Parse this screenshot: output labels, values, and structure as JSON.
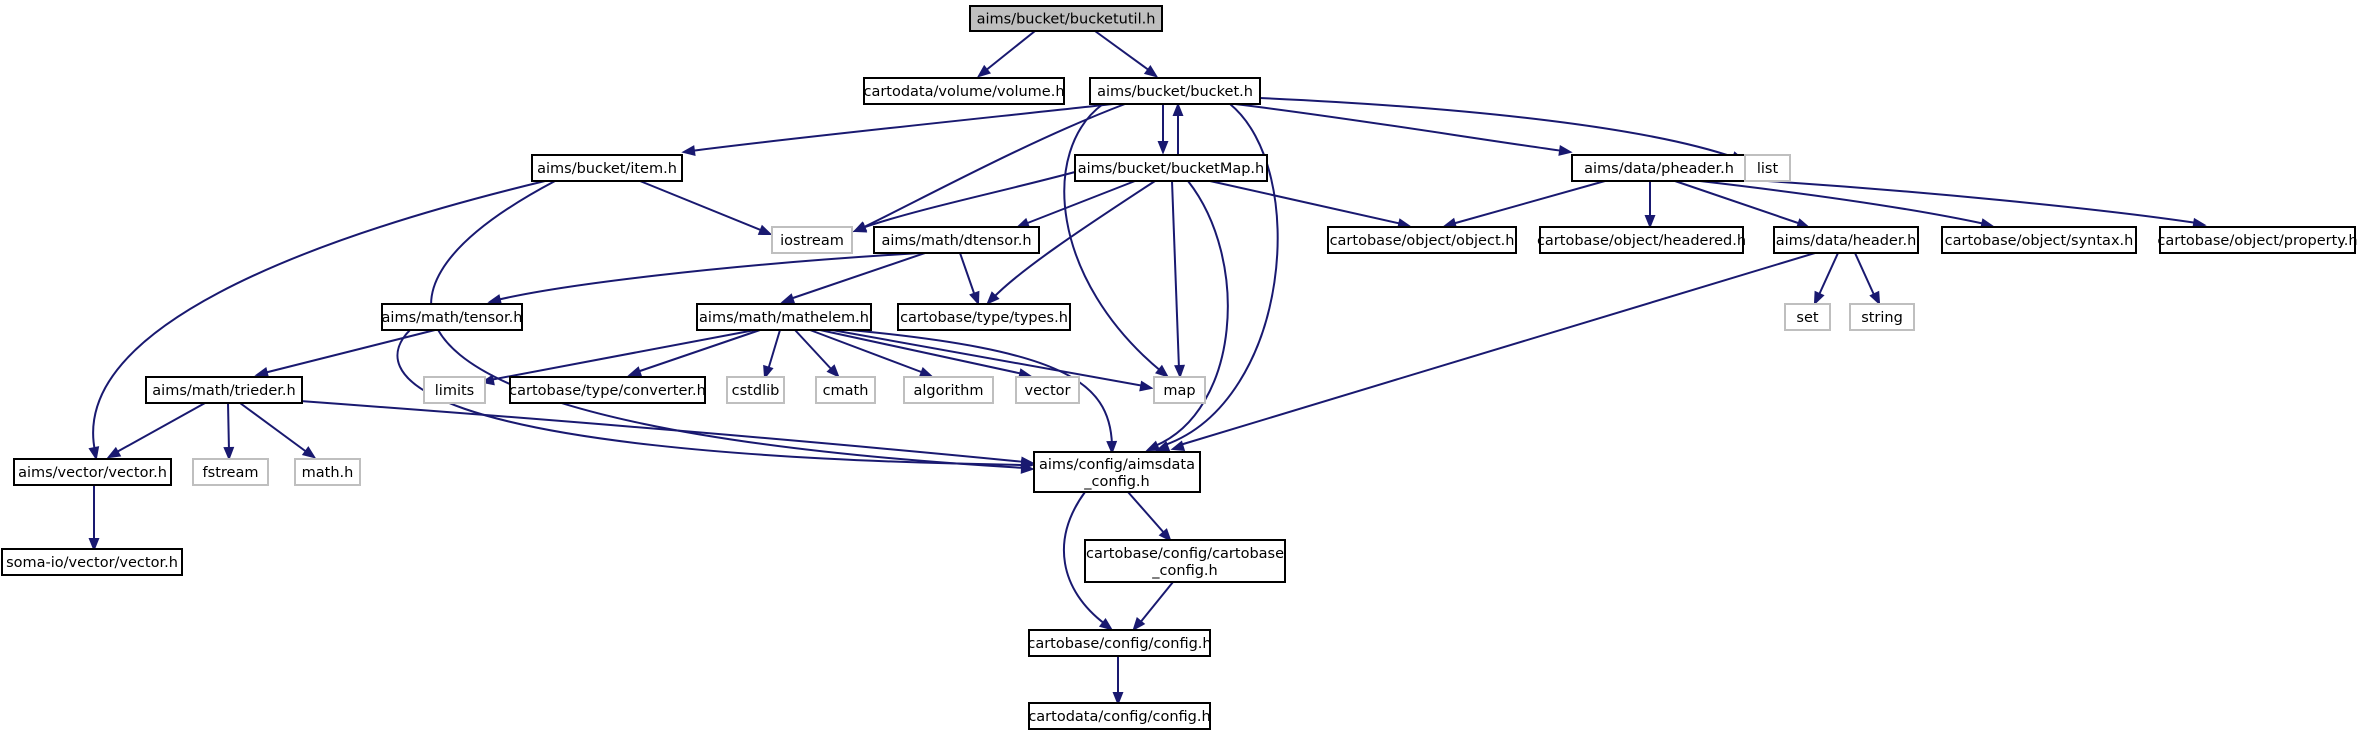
{
  "colors": {
    "edge": "#191970",
    "node_border": "#000000",
    "system_border": "#bfbfbf",
    "root_fill": "#bfbfbf",
    "node_fill": "#ffffff"
  },
  "nodes": [
    {
      "id": "bucketutil",
      "label": "aims/bucket/bucketutil.h",
      "kind": "root"
    },
    {
      "id": "volume",
      "label": "cartodata/volume/volume.h",
      "kind": "header"
    },
    {
      "id": "bucket",
      "label": "aims/bucket/bucket.h",
      "kind": "header"
    },
    {
      "id": "item",
      "label": "aims/bucket/item.h",
      "kind": "header"
    },
    {
      "id": "bucketmap",
      "label": "aims/bucket/bucketMap.h",
      "kind": "header"
    },
    {
      "id": "pheader",
      "label": "aims/data/pheader.h",
      "kind": "header"
    },
    {
      "id": "list",
      "label": "list",
      "kind": "system"
    },
    {
      "id": "iostream",
      "label": "iostream",
      "kind": "system"
    },
    {
      "id": "dtensor",
      "label": "aims/math/dtensor.h",
      "kind": "header"
    },
    {
      "id": "object",
      "label": "cartobase/object/object.h",
      "kind": "header"
    },
    {
      "id": "headered",
      "label": "cartobase/object/headered.h",
      "kind": "header"
    },
    {
      "id": "header",
      "label": "aims/data/header.h",
      "kind": "header"
    },
    {
      "id": "syntax",
      "label": "cartobase/object/syntax.h",
      "kind": "header"
    },
    {
      "id": "property",
      "label": "cartobase/object/property.h",
      "kind": "header"
    },
    {
      "id": "tensor",
      "label": "aims/math/tensor.h",
      "kind": "header"
    },
    {
      "id": "mathelem",
      "label": "aims/math/mathelem.h",
      "kind": "header"
    },
    {
      "id": "types",
      "label": "cartobase/type/types.h",
      "kind": "header"
    },
    {
      "id": "set",
      "label": "set",
      "kind": "system"
    },
    {
      "id": "string",
      "label": "string",
      "kind": "system"
    },
    {
      "id": "trieder",
      "label": "aims/math/trieder.h",
      "kind": "header"
    },
    {
      "id": "limits",
      "label": "limits",
      "kind": "system"
    },
    {
      "id": "converter",
      "label": "cartobase/type/converter.h",
      "kind": "header"
    },
    {
      "id": "cstdlib",
      "label": "cstdlib",
      "kind": "system"
    },
    {
      "id": "cmath",
      "label": "cmath",
      "kind": "system"
    },
    {
      "id": "algorithm",
      "label": "algorithm",
      "kind": "system"
    },
    {
      "id": "vector",
      "label": "vector",
      "kind": "system"
    },
    {
      "id": "map",
      "label": "map",
      "kind": "system"
    },
    {
      "id": "aimsvector",
      "label": "aims/vector/vector.h",
      "kind": "header"
    },
    {
      "id": "fstream",
      "label": "fstream",
      "kind": "system"
    },
    {
      "id": "mathh",
      "label": "math.h",
      "kind": "system"
    },
    {
      "id": "aimsdata_config",
      "label": [
        "aims/config/aimsdata",
        "_config.h"
      ],
      "kind": "header"
    },
    {
      "id": "somavector",
      "label": "soma-io/vector/vector.h",
      "kind": "header"
    },
    {
      "id": "cartobase_config",
      "label": [
        "cartobase/config/cartobase",
        "_config.h"
      ],
      "kind": "header"
    },
    {
      "id": "cbconfig",
      "label": "cartobase/config/config.h",
      "kind": "header"
    },
    {
      "id": "cdconfig",
      "label": "cartodata/config/config.h",
      "kind": "header"
    }
  ],
  "edges": [
    [
      "bucketutil",
      "volume"
    ],
    [
      "bucketutil",
      "bucket"
    ],
    [
      "bucket",
      "item"
    ],
    [
      "bucket",
      "bucketmap"
    ],
    [
      "bucket",
      "pheader"
    ],
    [
      "bucket",
      "list"
    ],
    [
      "bucket",
      "iostream"
    ],
    [
      "bucket",
      "map"
    ],
    [
      "bucket",
      "aimsdata_config"
    ],
    [
      "bucketmap",
      "bucket"
    ],
    [
      "bucketmap",
      "iostream"
    ],
    [
      "bucketmap",
      "dtensor"
    ],
    [
      "bucketmap",
      "object"
    ],
    [
      "bucketmap",
      "types"
    ],
    [
      "bucketmap",
      "map"
    ],
    [
      "bucketmap",
      "aimsdata_config"
    ],
    [
      "item",
      "iostream"
    ],
    [
      "item",
      "aimsvector"
    ],
    [
      "item",
      "aimsdata_config"
    ],
    [
      "pheader",
      "object"
    ],
    [
      "pheader",
      "headered"
    ],
    [
      "pheader",
      "header"
    ],
    [
      "pheader",
      "syntax"
    ],
    [
      "pheader",
      "property"
    ],
    [
      "header",
      "set"
    ],
    [
      "header",
      "string"
    ],
    [
      "header",
      "aimsdata_config"
    ],
    [
      "dtensor",
      "tensor"
    ],
    [
      "dtensor",
      "mathelem"
    ],
    [
      "dtensor",
      "types"
    ],
    [
      "tensor",
      "trieder"
    ],
    [
      "tensor",
      "aimsdata_config"
    ],
    [
      "mathelem",
      "limits"
    ],
    [
      "mathelem",
      "converter"
    ],
    [
      "mathelem",
      "cstdlib"
    ],
    [
      "mathelem",
      "cmath"
    ],
    [
      "mathelem",
      "algorithm"
    ],
    [
      "mathelem",
      "vector"
    ],
    [
      "mathelem",
      "map"
    ],
    [
      "mathelem",
      "aimsdata_config"
    ],
    [
      "trieder",
      "aimsvector"
    ],
    [
      "trieder",
      "fstream"
    ],
    [
      "trieder",
      "mathh"
    ],
    [
      "trieder",
      "aimsdata_config"
    ],
    [
      "aimsvector",
      "somavector"
    ],
    [
      "aimsdata_config",
      "cartobase_config"
    ],
    [
      "aimsdata_config",
      "cbconfig"
    ],
    [
      "cartobase_config",
      "cbconfig"
    ],
    [
      "cbconfig",
      "cdconfig"
    ]
  ]
}
